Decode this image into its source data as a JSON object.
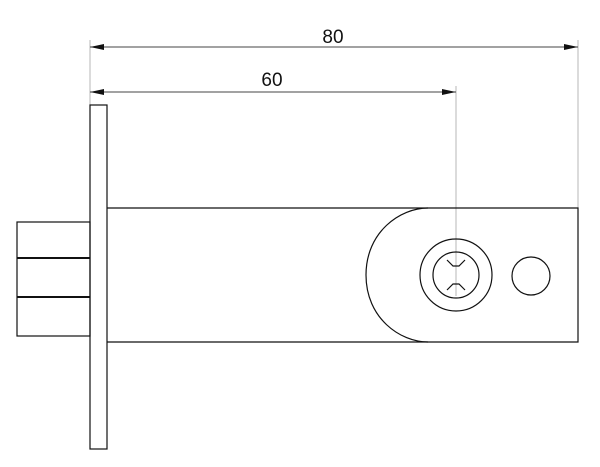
{
  "drawing": {
    "dimensions": [
      {
        "id": "overall",
        "label": "80"
      },
      {
        "id": "backset",
        "label": "60"
      }
    ],
    "colors": {
      "line": "#111111",
      "dimension_line": "#444444",
      "extension_line": "#999999",
      "background": "#ffffff"
    }
  }
}
